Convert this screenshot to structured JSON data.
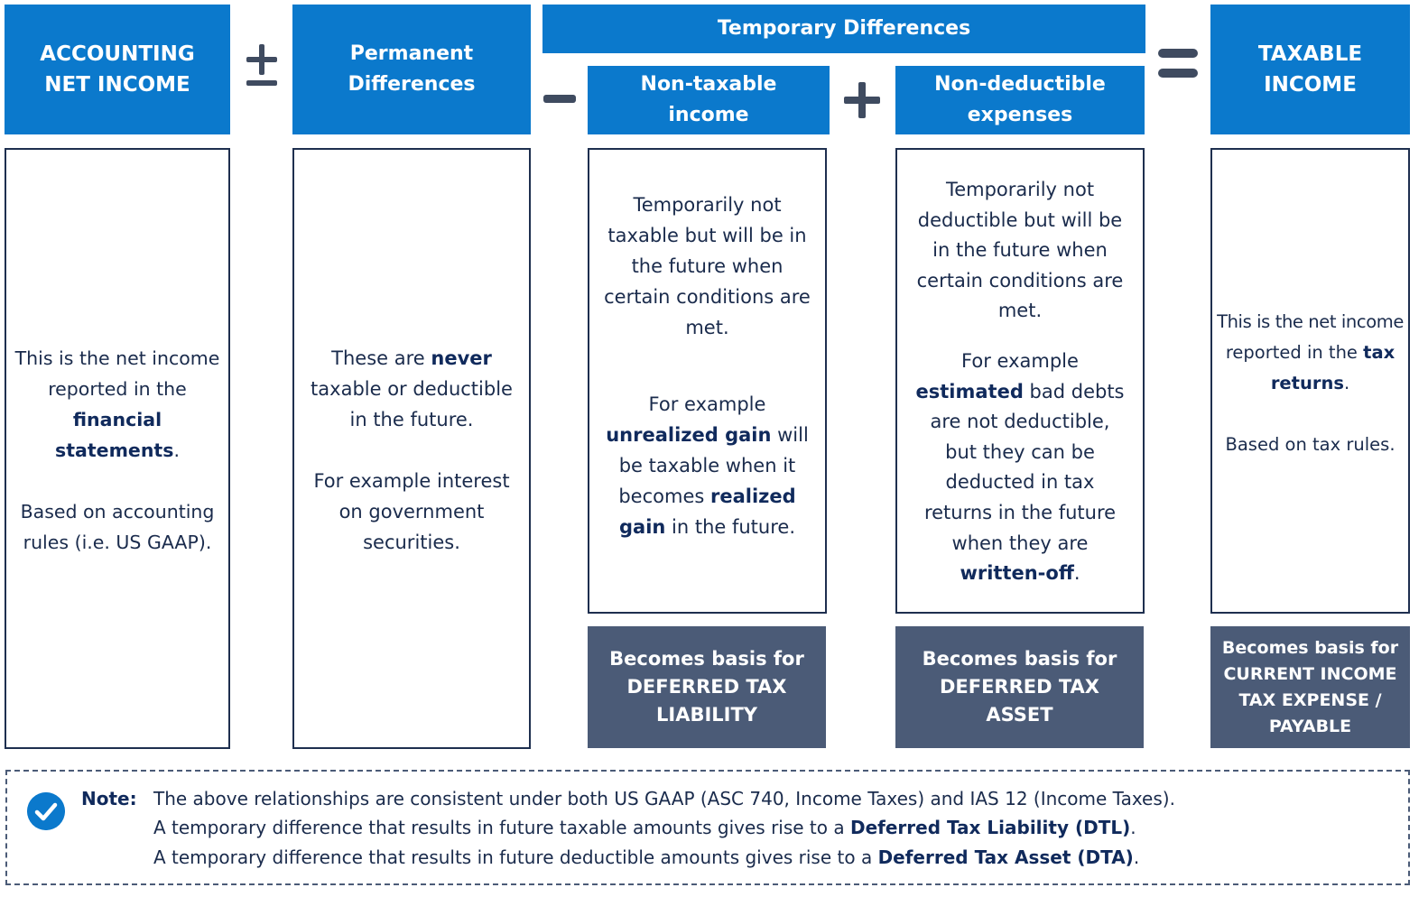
{
  "headers": {
    "accounting": [
      "ACCOUNTING",
      "NET INCOME"
    ],
    "permanent": [
      "Permanent",
      "Differences"
    ],
    "temporary": "Temporary Differences",
    "non_taxable": [
      "Non-taxable",
      "income"
    ],
    "non_deductible": [
      "Non-deductible",
      "expenses"
    ],
    "taxable": [
      "TAXABLE",
      "INCOME"
    ]
  },
  "boxes": {
    "accounting": {
      "l1": "This is the net income",
      "l2": "reported in the",
      "l3_bold": "financial statements",
      "l3_end": ".",
      "l4": "Based on accounting",
      "l5": "rules (i.e. US GAAP)."
    },
    "permanent": {
      "l1_start": "These are ",
      "l1_bold": "never",
      "l2": "taxable or deductible",
      "l3": "in the future.",
      "l4": "For example interest",
      "l5": "on government",
      "l6": "securities."
    },
    "non_taxable": {
      "l1": "Temporarily not",
      "l2": "taxable but will be in",
      "l3": "the future when",
      "l4": "certain conditions are",
      "l5": "met.",
      "l6": "For example",
      "l7_bold": "unrealized gain",
      "l7_end": " will",
      "l8": "be taxable when it",
      "l9_start": "becomes ",
      "l9_bold": "realized",
      "l10_bold": "gain",
      "l10_end": " in the future."
    },
    "non_deductible": {
      "l1": "Temporarily not",
      "l2": "deductible but will be",
      "l3": "in the future when",
      "l4": "certain conditions are",
      "l5": "met.",
      "l6": "For example",
      "l7_bold": "estimated",
      "l7_end": " bad debts",
      "l8": "are not deductible,",
      "l9": "but they can be",
      "l10": "deducted in tax",
      "l11": "returns in the future",
      "l12": "when they are",
      "l13_bold": "written-off",
      "l13_end": "."
    },
    "taxable": {
      "l1": "This is the net income",
      "l2_start": "reported in the ",
      "l2_bold": "tax",
      "l3_bold": "returns",
      "l3_end": ".",
      "l4": "Based on tax rules."
    }
  },
  "basis": {
    "dtl": [
      "Becomes basis for",
      "DEFERRED TAX",
      "LIABILITY"
    ],
    "dta": [
      "Becomes basis for",
      "DEFERRED TAX",
      "ASSET"
    ],
    "current": [
      "Becomes basis for",
      "CURRENT INCOME",
      "TAX EXPENSE /",
      "PAYABLE"
    ]
  },
  "operators": {
    "plus_minus": "plus-minus-icon",
    "minus": "minus-icon",
    "plus": "plus-icon",
    "equals": "equals-icon"
  },
  "note": {
    "label": "Note:",
    "line1": "The above relationships are consistent under both US GAAP (ASC 740, Income Taxes) and IAS 12 (Income Taxes).",
    "line2_start": "A temporary difference that results in future taxable amounts gives rise to a ",
    "line2_bold": "Deferred Tax Liability (DTL)",
    "line2_end": ".",
    "line3_start": "A temporary difference that results in future deductible amounts gives rise to a ",
    "line3_bold": "Deferred Tax Asset (DTA)",
    "line3_end": "."
  },
  "colors": {
    "header_blue": "#0b79cc",
    "basis_slate": "#4b5b77",
    "text_navy": "#102a5c"
  }
}
